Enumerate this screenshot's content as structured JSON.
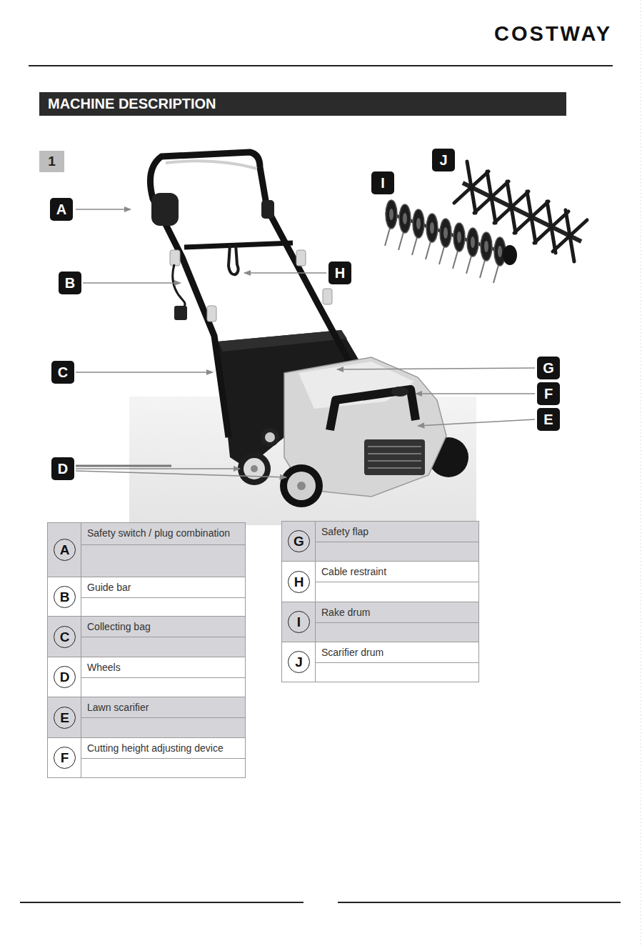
{
  "diagram": {
    "title": "MACHINE DESCRIPTION",
    "nodes": [
      {
        "text": [
          "1"
        ]
      },
      {
        "text": [
          "A"
        ]
      },
      {
        "text": [
          "B"
        ]
      },
      {
        "text": [
          "C"
        ]
      },
      {
        "text": [
          "D"
        ]
      },
      {
        "text": [
          "E"
        ]
      },
      {
        "text": [
          "F"
        ]
      },
      {
        "text": [
          "G"
        ]
      },
      {
        "text": [
          "H"
        ]
      },
      {
        "text": [
          "I"
        ]
      },
      {
        "text": [
          "J"
        ]
      },
      {
        "text": [
          "Safety switch / plug combination"
        ]
      },
      {
        "text": [
          "A"
        ],
        "in": 11
      },
      {
        "text": [
          "Guide bar"
        ]
      },
      {
        "text": [
          "B"
        ],
        "in": 13
      },
      {
        "text": [
          "Collecting bag"
        ]
      },
      {
        "text": [
          "C"
        ],
        "in": 15
      },
      {
        "text": [
          "Wheels"
        ]
      },
      {
        "text": [
          "D"
        ],
        "in": 17
      },
      {
        "text": [
          "Lawn scarifier"
        ]
      },
      {
        "text": [
          "E"
        ],
        "in": 19
      },
      {
        "text": [
          "Cutting height adjusting device"
        ]
      },
      {
        "text": [
          "F"
        ],
        "in": 21
      },
      {
        "text": [
          "Safety flap"
        ]
      },
      {
        "text": [
          "G"
        ],
        "in": 23
      },
      {
        "text": [
          "Cable restraint"
        ]
      },
      {
        "text": [
          "H"
        ],
        "in": 25
      },
      {
        "text": [
          "Rake drum"
        ]
      },
      {
        "text": [
          "I"
        ],
        "in": 27
      },
      {
        "text": [
          "Scarifier drum"
        ]
      },
      {
        "text": [
          "J"
        ],
        "in": 29
      }
    ],
    "labels": [
      "COSTWAY"
    ]
  }
}
